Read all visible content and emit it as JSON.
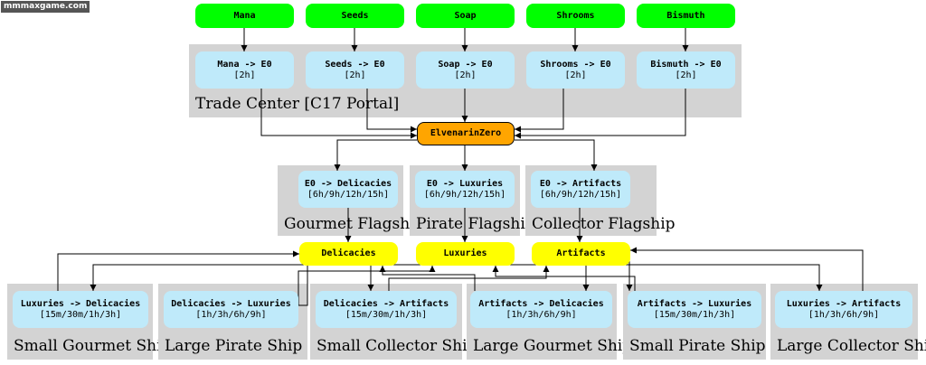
{
  "watermark": "mmmaxgame.com",
  "sources": [
    "Mana",
    "Seeds",
    "Soap",
    "Shrooms",
    "Bismuth"
  ],
  "trade_center": {
    "label": "Trade Center [C17 Portal]",
    "nodes": [
      {
        "title": "Mana -> E0",
        "time": "[2h]"
      },
      {
        "title": "Seeds -> E0",
        "time": "[2h]"
      },
      {
        "title": "Soap -> E0",
        "time": "[2h]"
      },
      {
        "title": "Shrooms -> E0",
        "time": "[2h]"
      },
      {
        "title": "Bismuth -> E0",
        "time": "[2h]"
      }
    ]
  },
  "hub": "ElvenarinZero",
  "flagships": [
    {
      "label": "Gourmet Flagship",
      "title": "E0 -> Delicacies",
      "time": "[6h/9h/12h/15h]"
    },
    {
      "label": "Pirate Flagship",
      "title": "E0 -> Luxuries",
      "time": "[6h/9h/12h/15h]"
    },
    {
      "label": "Collector Flagship",
      "title": "E0 -> Artifacts",
      "time": "[6h/9h/12h/15h]"
    }
  ],
  "goods": [
    "Delicacies",
    "Luxuries",
    "Artifacts"
  ],
  "ships": [
    {
      "label": "Small Gourmet Ship",
      "title": "Luxuries -> Delicacies",
      "time": "[15m/30m/1h/3h]"
    },
    {
      "label": "Large Pirate Ship",
      "title": "Delicacies -> Luxuries",
      "time": "[1h/3h/6h/9h]"
    },
    {
      "label": "Small Collector Ship",
      "title": "Delicacies -> Artifacts",
      "time": "[15m/30m/1h/3h]"
    },
    {
      "label": "Large Gourmet Ship",
      "title": "Artifacts -> Delicacies",
      "time": "[1h/3h/6h/9h]"
    },
    {
      "label": "Small Pirate Ship",
      "title": "Artifacts -> Luxuries",
      "time": "[15m/30m/1h/3h]"
    },
    {
      "label": "Large Collector Ship",
      "title": "Luxuries -> Artifacts",
      "time": "[1h/3h/6h/9h]"
    }
  ]
}
